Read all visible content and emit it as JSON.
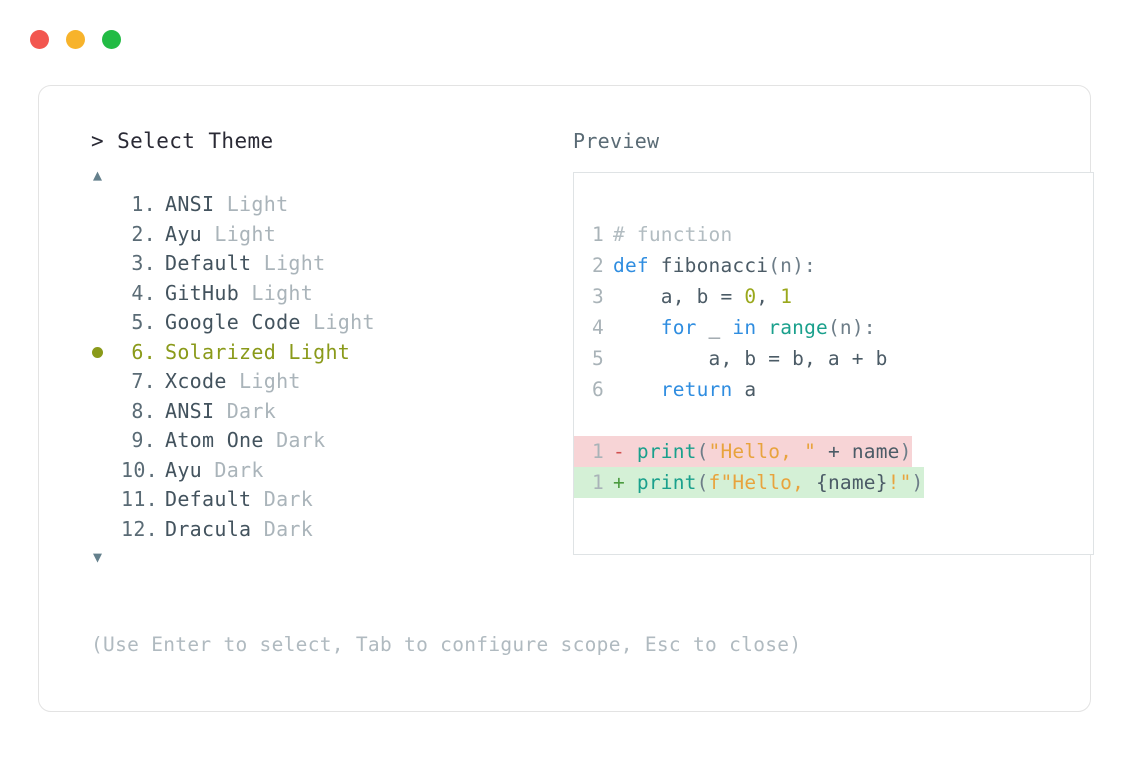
{
  "titlebar": {
    "buttons": [
      {
        "name": "close",
        "color": "#f2564f"
      },
      {
        "name": "minimize",
        "color": "#f7b32b"
      },
      {
        "name": "maximize",
        "color": "#22bb44"
      }
    ]
  },
  "picker": {
    "prompt": "> Select Theme",
    "scroll_up": "▲",
    "scroll_down": "▼",
    "selected_index": 6,
    "items": [
      {
        "num": "1.",
        "name": "ANSI",
        "variant": "Light",
        "selected": false
      },
      {
        "num": "2.",
        "name": "Ayu",
        "variant": "Light",
        "selected": false
      },
      {
        "num": "3.",
        "name": "Default",
        "variant": "Light",
        "selected": false
      },
      {
        "num": "4.",
        "name": "GitHub",
        "variant": "Light",
        "selected": false
      },
      {
        "num": "5.",
        "name": "Google Code",
        "variant": "Light",
        "selected": false
      },
      {
        "num": "6.",
        "name": "Solarized",
        "variant": "Light",
        "selected": true
      },
      {
        "num": "7.",
        "name": "Xcode",
        "variant": "Light",
        "selected": false
      },
      {
        "num": "8.",
        "name": "ANSI",
        "variant": "Dark",
        "selected": false
      },
      {
        "num": "9.",
        "name": "Atom One",
        "variant": "Dark",
        "selected": false
      },
      {
        "num": "10.",
        "name": "Ayu",
        "variant": "Dark",
        "selected": false
      },
      {
        "num": "11.",
        "name": "Default",
        "variant": "Dark",
        "selected": false
      },
      {
        "num": "12.",
        "name": "Dracula",
        "variant": "Dark",
        "selected": false
      }
    ]
  },
  "preview": {
    "label": "Preview",
    "code_lines": [
      {
        "ln": "1",
        "tokens": [
          {
            "t": "# function",
            "c": "tok-comment"
          }
        ]
      },
      {
        "ln": "2",
        "tokens": [
          {
            "t": "def ",
            "c": "tok-kw"
          },
          {
            "t": "fibonacci",
            "c": "tok-fn"
          },
          {
            "t": "(n):",
            "c": "tok-punct"
          }
        ]
      },
      {
        "ln": "3",
        "tokens": [
          {
            "t": "    a, b = ",
            "c": "tok-plain"
          },
          {
            "t": "0",
            "c": "tok-num"
          },
          {
            "t": ", ",
            "c": "tok-plain"
          },
          {
            "t": "1",
            "c": "tok-num"
          }
        ]
      },
      {
        "ln": "4",
        "tokens": [
          {
            "t": "    ",
            "c": "tok-plain"
          },
          {
            "t": "for",
            "c": "tok-kw"
          },
          {
            "t": " _ ",
            "c": "tok-plain"
          },
          {
            "t": "in",
            "c": "tok-kw"
          },
          {
            "t": " ",
            "c": "tok-plain"
          },
          {
            "t": "range",
            "c": "tok-builtin"
          },
          {
            "t": "(n):",
            "c": "tok-punct"
          }
        ]
      },
      {
        "ln": "5",
        "tokens": [
          {
            "t": "        a, b = b, a + b",
            "c": "tok-plain"
          }
        ]
      },
      {
        "ln": "6",
        "tokens": [
          {
            "t": "    ",
            "c": "tok-plain"
          },
          {
            "t": "return",
            "c": "tok-kw"
          },
          {
            "t": " a",
            "c": "tok-plain"
          }
        ]
      }
    ],
    "diff_lines": [
      {
        "ln": "1",
        "mark": "-",
        "kind": "del",
        "tokens": [
          {
            "t": "print",
            "c": "tok-builtin"
          },
          {
            "t": "(",
            "c": "tok-punct"
          },
          {
            "t": "\"Hello, \"",
            "c": "tok-str"
          },
          {
            "t": " + name",
            "c": "tok-plain"
          },
          {
            "t": ")",
            "c": "tok-punct"
          }
        ]
      },
      {
        "ln": "1",
        "mark": "+",
        "kind": "add",
        "tokens": [
          {
            "t": "print",
            "c": "tok-builtin"
          },
          {
            "t": "(",
            "c": "tok-punct"
          },
          {
            "t": "f\"Hello, ",
            "c": "tok-str"
          },
          {
            "t": "{name}",
            "c": "tok-plain"
          },
          {
            "t": "!\"",
            "c": "tok-str"
          },
          {
            "t": ")",
            "c": "tok-punct"
          }
        ]
      }
    ]
  },
  "footer": {
    "hint": "(Use Enter to select, Tab to configure scope, Esc to close)"
  }
}
